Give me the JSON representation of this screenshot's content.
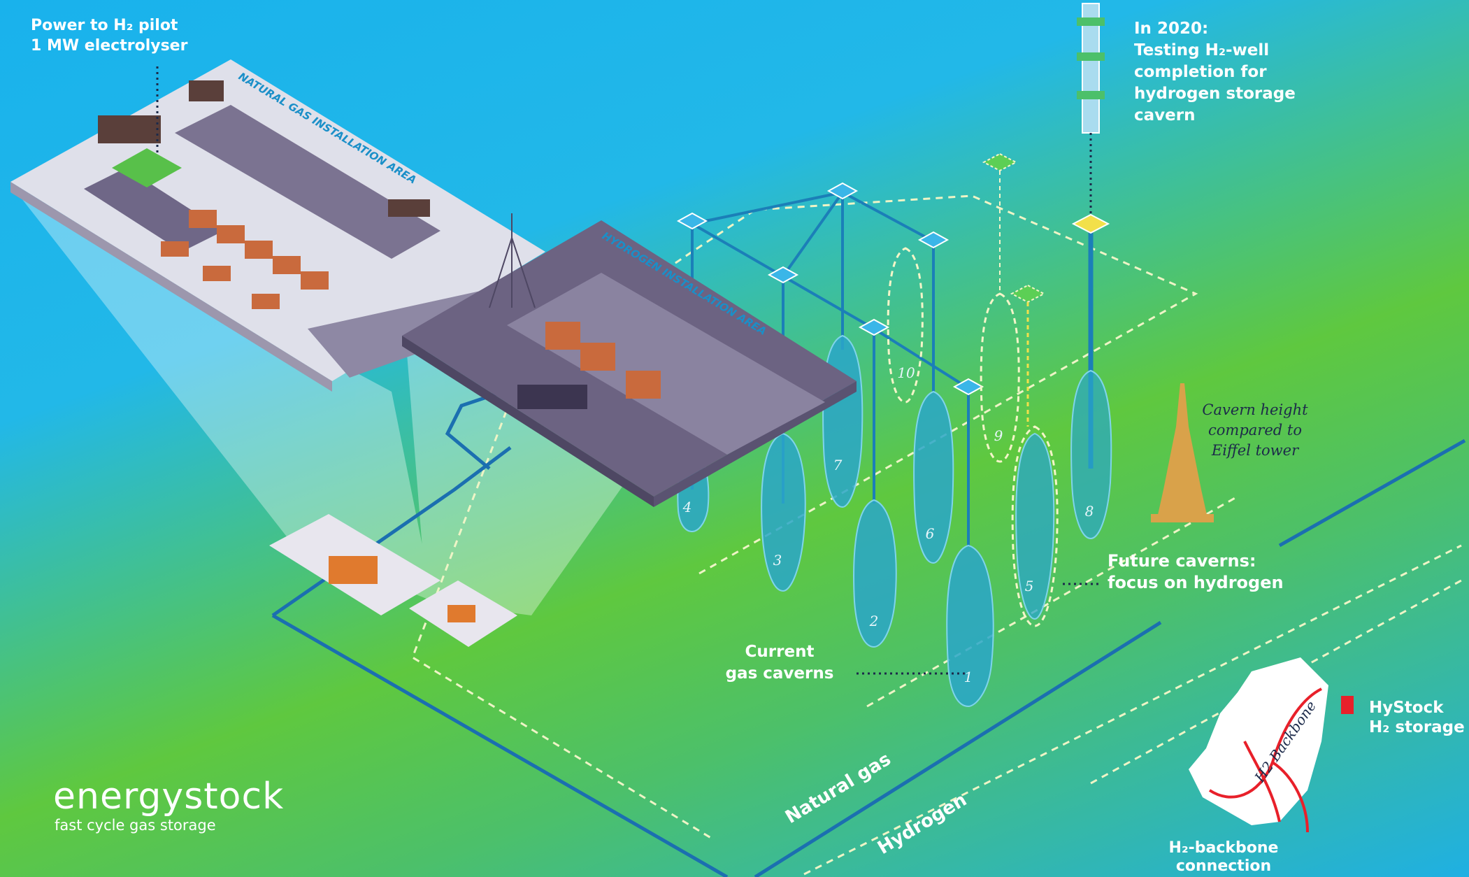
{
  "labels": {
    "pilot_line1": "Power to H₂ pilot",
    "pilot_line2": "1 MW electrolyser",
    "year_line1": "In 2020:",
    "year_line2": "Testing H₂-well",
    "year_line3": "completion for",
    "year_line4": "hydrogen storage",
    "year_line5": "cavern",
    "eiffel_line1": "Cavern height",
    "eiffel_line2": "compared to",
    "eiffel_line3": "Eiffel tower",
    "future_line1": "Future caverns:",
    "future_line2": "focus on hydrogen",
    "current_line1": "Current",
    "current_line2": "gas caverns",
    "hystock_line1": "HyStock",
    "hystock_line2": "H₂ storage",
    "backbone_line1": "H₂-backbone",
    "backbone_line2": "connection",
    "backbone_map": "H2 Backbone",
    "natural_gas_area": "NATURAL GAS INSTALLATION AREA",
    "hydrogen_area": "HYDROGEN INSTALLATION AREA",
    "pipe_natural_gas": "Natural gas",
    "pipe_hydrogen": "Hydrogen"
  },
  "caverns": [
    "1",
    "2",
    "3",
    "4",
    "5",
    "6",
    "7",
    "8",
    "9",
    "10"
  ],
  "brand": {
    "name": "energystock",
    "tagline": "fast cycle gas storage"
  },
  "colors": {
    "cavern": "#2aa6c9",
    "pipe": "#1b7fb8",
    "accent": "#e8202a",
    "dashed": "#f4f5c8",
    "platform": "#6c6382"
  }
}
